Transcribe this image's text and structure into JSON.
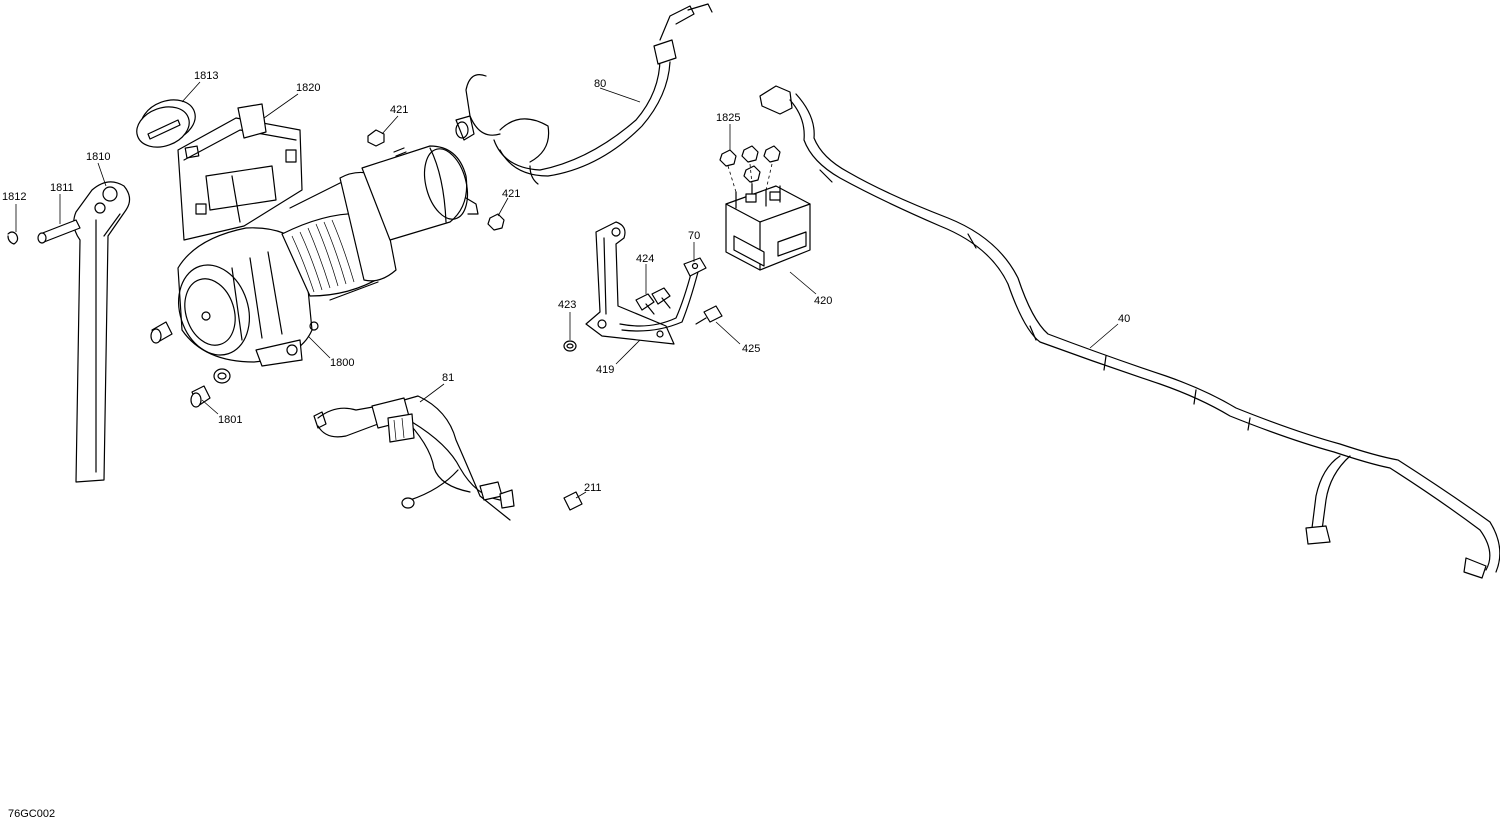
{
  "drawing_code": "76GC002",
  "callouts": [
    {
      "id": "c1813",
      "label": "1813"
    },
    {
      "id": "c1820",
      "label": "1820"
    },
    {
      "id": "c1810",
      "label": "1810"
    },
    {
      "id": "c1811",
      "label": "1811"
    },
    {
      "id": "c1812",
      "label": "1812"
    },
    {
      "id": "c421a",
      "label": "421"
    },
    {
      "id": "c421b",
      "label": "421"
    },
    {
      "id": "c80",
      "label": "80"
    },
    {
      "id": "c1825",
      "label": "1825"
    },
    {
      "id": "c70",
      "label": "70"
    },
    {
      "id": "c424",
      "label": "424"
    },
    {
      "id": "c423",
      "label": "423"
    },
    {
      "id": "c425",
      "label": "425"
    },
    {
      "id": "c419",
      "label": "419"
    },
    {
      "id": "c420",
      "label": "420"
    },
    {
      "id": "c40",
      "label": "40"
    },
    {
      "id": "c1800",
      "label": "1800"
    },
    {
      "id": "c1801",
      "label": "1801"
    },
    {
      "id": "c81",
      "label": "81"
    },
    {
      "id": "c211",
      "label": "211"
    }
  ]
}
